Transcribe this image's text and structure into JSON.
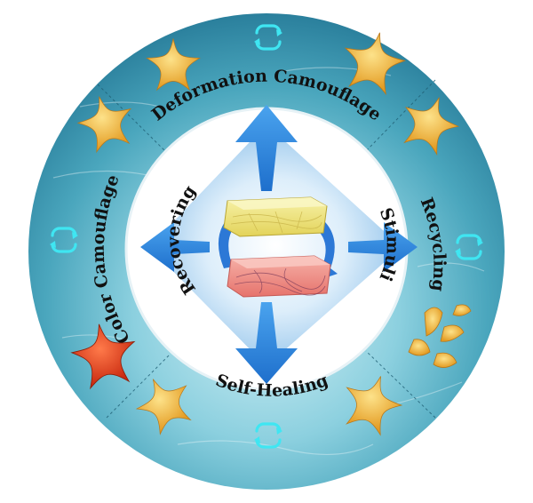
{
  "diagram": {
    "ring_labels": {
      "top": "Deformation Camouflage",
      "right": "Recycling",
      "bottom": "Self-Healing",
      "left": "Color Camouflage"
    },
    "center_labels": {
      "left": "Recovering",
      "right": "Stimuli"
    },
    "icons": {
      "cycle": "cycle-arrows-icon",
      "starfish": "starfish-icon",
      "fragments": "starfish-fragments-icon"
    },
    "colors": {
      "ocean_dark": "#2f8ba5",
      "ocean_light": "#bfe6ef",
      "starfish_yellow": "#f2b53a",
      "starfish_red": "#e8411f",
      "cycle_cyan": "#3fe6f2",
      "arrow_blue": "#3b8fe0",
      "block_yellow": "#f3eb8a",
      "block_red": "#ee8f8a"
    }
  }
}
